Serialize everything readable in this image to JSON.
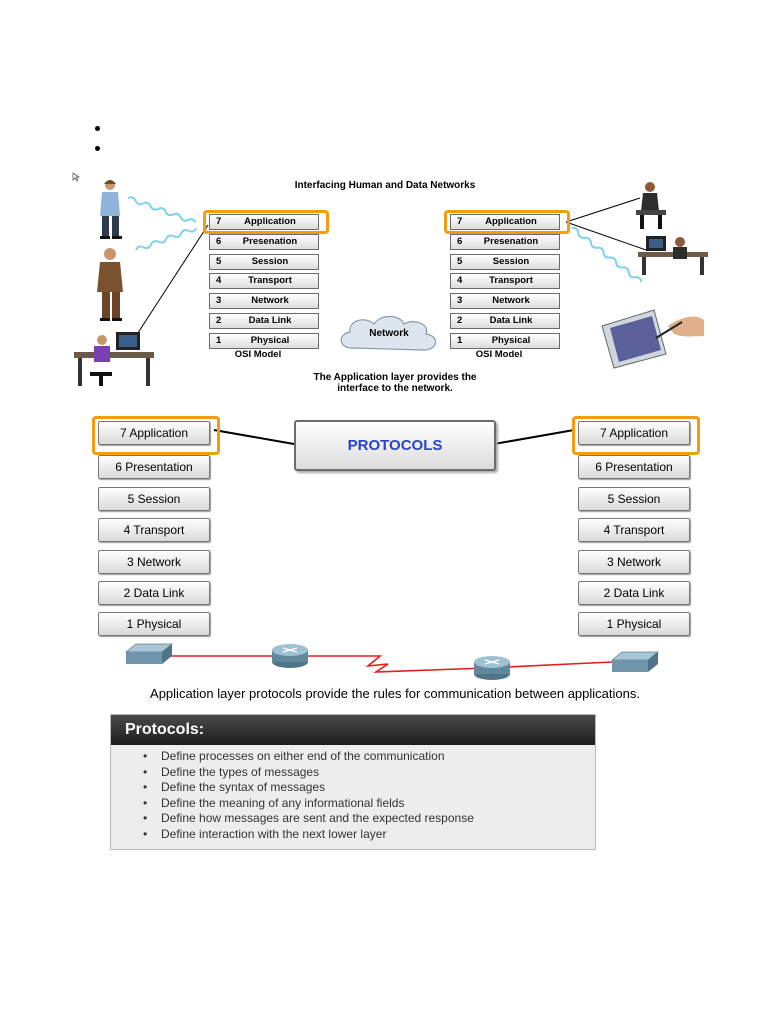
{
  "figure1": {
    "title": "Interfacing Human and Data Networks",
    "left_stack": [
      {
        "num": "7",
        "name": "Application"
      },
      {
        "num": "6",
        "name": "Presenation"
      },
      {
        "num": "5",
        "name": "Session"
      },
      {
        "num": "4",
        "name": "Transport"
      },
      {
        "num": "3",
        "name": "Network"
      },
      {
        "num": "2",
        "name": "Data Link"
      },
      {
        "num": "1",
        "name": "Physical"
      }
    ],
    "right_stack": [
      {
        "num": "7",
        "name": "Application"
      },
      {
        "num": "6",
        "name": "Presenation"
      },
      {
        "num": "5",
        "name": "Session"
      },
      {
        "num": "4",
        "name": "Transport"
      },
      {
        "num": "3",
        "name": "Network"
      },
      {
        "num": "2",
        "name": "Data Link"
      },
      {
        "num": "1",
        "name": "Physical"
      }
    ],
    "osi_label_left": "OSI Model",
    "osi_label_right": "OSI Model",
    "cloud_label": "Network",
    "caption_line1": "The Application layer provides the",
    "caption_line2": "interface to the network.",
    "highlight_color": "#f39c12"
  },
  "figure2": {
    "left_stack": [
      "7 Application",
      "6 Presentation",
      "5 Session",
      "4 Transport",
      "3 Network",
      "2 Data Link",
      "1 Physical"
    ],
    "right_stack": [
      "7 Application",
      "6 Presentation",
      "5 Session",
      "4 Transport",
      "3 Network",
      "2 Data Link",
      "1 Physical"
    ],
    "protocols_label": "PROTOCOLS",
    "protocols_color": "#2742c9",
    "link_color": "#e02020",
    "caption": "Application layer protocols provide the rules for communication between applications."
  },
  "panel": {
    "title": "Protocols:",
    "items": [
      "Define processes on either end of the communication",
      "Define the types of messages",
      "Define the syntax of messages",
      "Define the meaning of any informational fields",
      "Define how messages are sent and the expected response",
      "Define interaction with the next lower layer"
    ]
  }
}
